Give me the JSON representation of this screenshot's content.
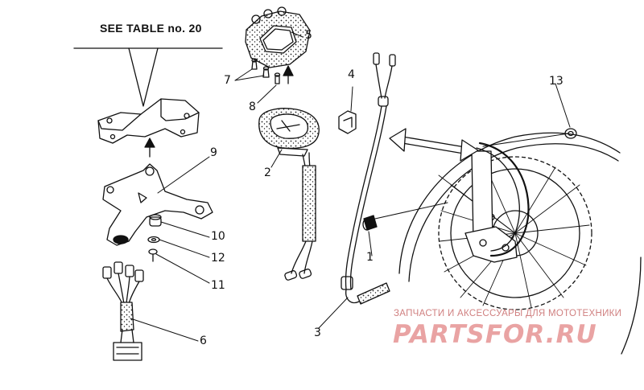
{
  "header_note": "SEE TABLE no. 20",
  "callouts": [
    "1",
    "2",
    "3",
    "4",
    "5",
    "6",
    "7",
    "8",
    "9",
    "10",
    "11",
    "12",
    "13"
  ],
  "watermark": {
    "subtitle": "ЗАПЧАСТИ И АКСЕССУАРЫ ДЛЯ МОТОТЕХНИКИ",
    "brand": "PARTSFOR.RU"
  },
  "colors": {
    "ink": "#111111",
    "watermark": "#e9a3a3"
  }
}
